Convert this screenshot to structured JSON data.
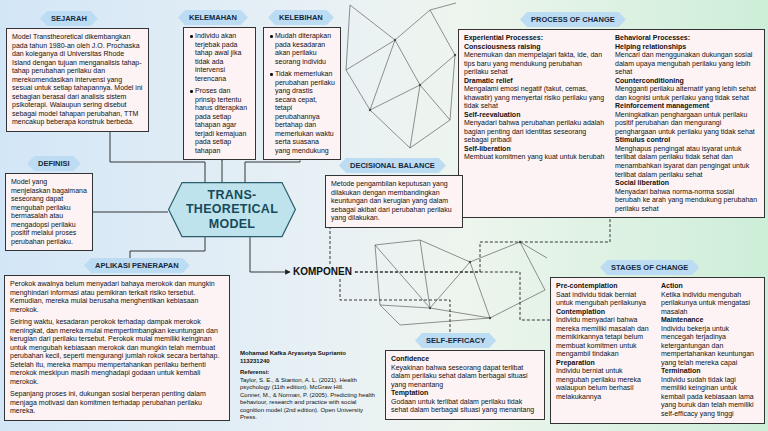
{
  "diagram": {
    "nodes": [
      {
        "text": [
          "SEJARAH",
          "Model Transtheoretical dikembangkan pada tahun 1980-an oleh J.O. Prochaska dan koleganya di Universitas Rhode Island dengan tujuan menganalisis tahap-tahap perubahan perilaku dan merekomendasikan intervensi yang sesuai untuk setiap tahapannya. Model ini sebagian berasal dari analisis sistem psikoterapi. Walaupun sering disebut sebagai model tahapan perubahan, TTM mencakup beberapa konstruk berbeda."
        ]
      },
      {
        "text": [
          "KELEMAHAN",
          "Individu akan terjebak pada tahap awal jika tidak ada intervensi terencana",
          "Proses dan prinsip tertentu harus diterapkan pada setiap tahapan agar terjadi kemajuan pada setiap tahapan"
        ]
      },
      {
        "text": [
          "KELEBIHAN",
          "Mudah diterapkan pada kesadaran akan perilaku seorang individu",
          "Tidak memerlukan perubahan perilaku yang drastis secara cepat, tetapi perubahannya bertahap dan memerlukan waktu serta suasana yang mendukung"
        ]
      },
      {
        "text": [
          "PROCESS OF CHANGE",
          "Experiential Processes:",
          "Consciousness raising",
          "Menemukan dan mempelajari fakta, ide, dan tips baru yang mendukung perubahan perilaku sehat",
          "Dramatic relief",
          "Mengalami emosi negatif (takut, cemas, khawatir) yang menyertai risiko perilaku yang tidak sehat",
          "Self-reevaluation",
          "Menyadari bahwa perubahan perilaku adalah bagian penting dari identitas seseorang sebagai pribadi",
          "Self-liberation",
          "Membuat komitmen yang kuat untuk berubah",
          "Behavioral Processes:",
          "Helping relationships",
          "Mencari dan menggunakan dukungan sosial dalam upaya mengubah perilaku yang lebih sehat",
          "Counterconditioning",
          "Mengganti perilaku alternatif yang lebih sehat dan kognisi untuk perilaku yang tidak sehat",
          "Reinforcement management",
          "Meningkatkan penghargaan untuk perilaku positif perubahan dan mengurangi penghargaan untuk perilaku yang tidak sehat",
          "Stimulus control",
          "Menghapus pengingat atau isyarat untuk terlibat dalam perilaku tidak sehat dan menambahkan isyarat dan pengingat untuk terlibat dalam perilaku sehat",
          "Social liberation",
          "Menyadari bahwa norma-norma sosial berubah ke arah yang mendukung perubahan perilaku sehat"
        ]
      },
      {
        "text": [
          "DEFINISI",
          "Model yang menjelaskan bagaimana seseorang dapat mengubah perilaku bermasalah atau mengadopsi perilaku positif melalui proses perubahan perilaku."
        ]
      },
      {
        "text": [
          "TRANS- THEORETICAL MODEL"
        ]
      },
      {
        "text": [
          "DECISIONAL BALANCE",
          "Metode pengambilan keputusan yang dilakukan dengan membandingkan keuntungan dan kerugian yang dalam sebagai akibat dari perubahan perilaku yang dilakukan."
        ]
      },
      {
        "text": [
          "APLIKASI PENERAPAN",
          "Perokok awalnya belum menyadari bahaya merokok dan mungkin menghindari informasi atau pemikiran terkait risiko tersebut. Kemudian, mereka mulai berusaha menghentikan kebiasaan merokok.",
          "Seiring waktu, kesadaran perokok terhadap dampak merokok meningkat, dan mereka mulai mempertimbangkan keuntungan dan kerugian dari perilaku tersebut. Perokok mulai memiliki keinginan untuk mengubah kebiasaan merokok dan mungkin telah membuat perubahan kecil, seperti mengurangi jumlah rokok secara bertahap. Setelah itu, mereka mampu mempertahankan perilaku berhenti merokok meskipun masih menghadapi godaan untuk kembali merokok.",
          "Sepanjang proses ini, dukungan sosial berperan penting dalam menjaga motivasi dan komitmen terhadap perubahan perilaku mereka."
        ]
      },
      {
        "text": [
          "KOMPONEN"
        ]
      },
      {
        "text": [
          "STAGES OF CHANGE",
          "Pre-contemplation",
          "Saat individu tidak berniat untuk mengubah perilakunya",
          "Contemplation",
          "Individu menyadari bahwa mereka memiliki masalah dan memikirkannya tetapi belum membuat komitmen untuk mengambil tindakan",
          "Preparation",
          "Individu berniat untuk mengubah perilaku mereka walaupun belum berhasil melakukannya",
          "Action",
          "Ketika individu mengubah perilakunya untuk mengatasi masalah",
          "Maintenance",
          "Individu bekerja untuk mencegah terjadinya ketergantungan dan mempertahankan keuntungan yang telah mereka capai",
          "Termination",
          "Individu sudah tidak lagi memiliki keinginan untuk kembali pada kebiasaan lama yang buruk dan telah memiliki self-efficacy yang tinggi"
        ]
      },
      {
        "text": [
          "SELF-EFFICACY",
          "Confidence",
          "Keyakinan bahwa seseorang dapat terlibat dalam perilaku sehat dalam berbagai situasi yang menantang",
          "Temptation",
          "Godaan untuk terlibat dalam perilaku tidak sehat dalam berbagai situasi yang menantang"
        ]
      }
    ],
    "edges": [
      {
        "from": 5,
        "to": 0,
        "arrow": "none"
      },
      {
        "from": 5,
        "to": 1,
        "arrow": "none"
      },
      {
        "from": 5,
        "to": 2,
        "arrow": "none"
      },
      {
        "from": 5,
        "to": 4,
        "arrow": "none"
      },
      {
        "from": 5,
        "to": 7,
        "arrow": "none"
      },
      {
        "from": 5,
        "to": 8,
        "arrow": "to"
      },
      {
        "from": 8,
        "to": 6,
        "arrow": "none"
      },
      {
        "from": 8,
        "to": 3,
        "arrow": "none"
      },
      {
        "from": 8,
        "to": 9,
        "arrow": "none"
      },
      {
        "from": 8,
        "to": 10,
        "arrow": "none"
      }
    ],
    "labels": [
      "Mohamad Kafka Aryasetya Suprianto",
      "113231240",
      "Referensi:",
      "Taylor, S. E., & Stanton, A. L. (2021). Health psychology (11th edition). McGraw Hill.",
      "Conner, M., & Norman, P. (2005). Predicting health behaviour, research and practice with social cognition model (2nd edition). Open University Press."
    ]
  }
}
